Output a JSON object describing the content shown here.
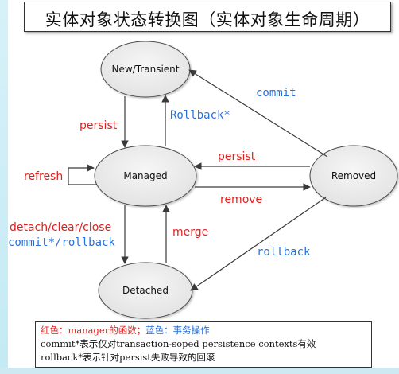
{
  "title": "实体对象状态转换图（实体对象生命周期）",
  "states": {
    "new": "New/Transient",
    "managed": "Managed",
    "removed": "Removed",
    "detached": "Detached"
  },
  "edges": {
    "persist_left": "persist",
    "rollback_star": "Rollback*",
    "commit": "commit",
    "persist_right": "persist",
    "remove": "remove",
    "refresh": "refresh",
    "detach_clear_close": "detach/clear/close",
    "commit_rollback": "commit*/rollback",
    "merge": "merge",
    "rollback": "rollback"
  },
  "notes": {
    "legend_red": "红色：manager的函数；",
    "legend_blue": "蓝色：事务操作",
    "line2": "commit*表示仅对transaction-soped persistence contexts有效",
    "line3": "rollback*表示针对persist失败导致的回滚"
  },
  "colors": {
    "red": "#e0201e",
    "blue": "#2a6fd8",
    "state_fill": "#ececec",
    "line": "#3a3a3a"
  }
}
